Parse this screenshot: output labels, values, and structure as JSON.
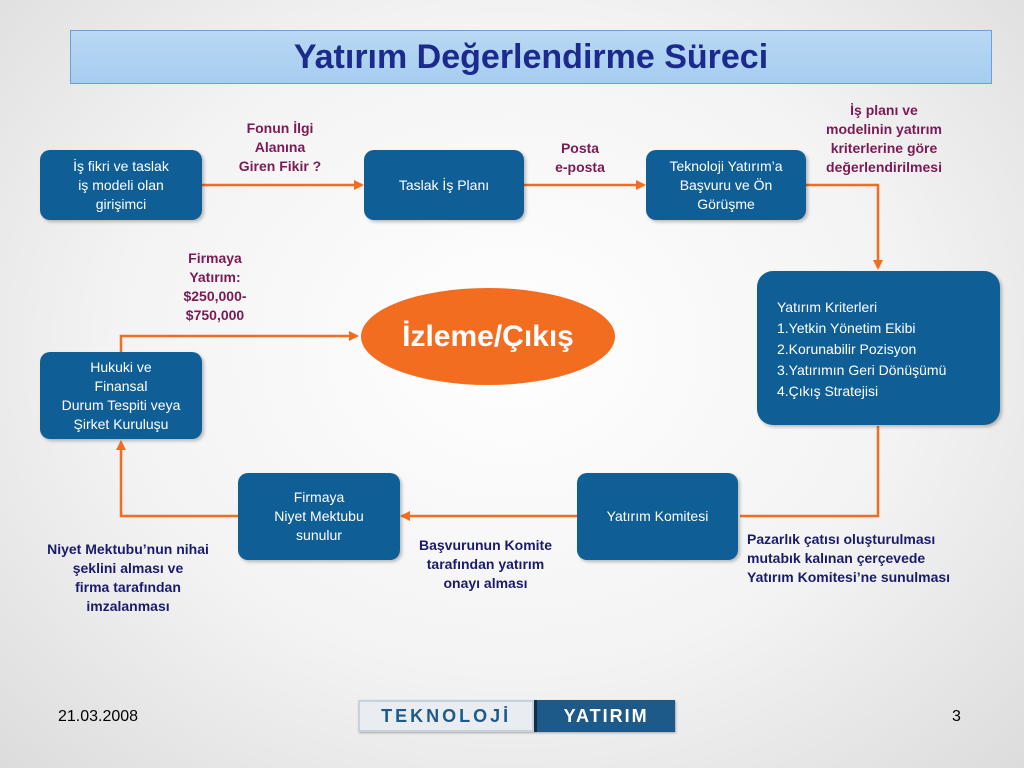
{
  "title": "Yatırım Değerlendirme Süreci",
  "boxes": {
    "idea": "İş fikri ve taslak\niş modeli olan\ngirişimci",
    "draft_plan": "Taslak İş Planı",
    "application": "Teknoloji Yatırım’a\nBaşvuru ve Ön\nGörüşme",
    "legal": "Hukuki ve\nFinansal\nDurum Tespiti veya\nŞirket Kuruluşu",
    "loi": "Firmaya\nNiyet Mektubu\nsunulur",
    "committee": "Yatırım Komitesi"
  },
  "criteria": {
    "heading": "Yatırım Kriterleri",
    "items": [
      "1.Yetkin Yönetim Ekibi",
      "2.Korunabilir Pozisyon",
      "3.Yatırımın Geri Dönüşümü",
      "4.Çıkış Stratejisi"
    ]
  },
  "center": "İzleme/Çıkış",
  "notes": {
    "fund_interest": "Fonun İlgi\nAlanına\nGiren Fikir ?",
    "post": "Posta\ne-posta",
    "evaluation": "İş planı ve\nmodelinin yatırım\nkriterlerine göre\ndeğerlendirilmesi",
    "investment": "Firmaya\nYatırım:\n$250,000-\n$750,000",
    "bargaining": "Pazarlık çatısı  oluşturulması\nmutabık kalınan çerçevede\nYatırım Komitesi’ne sunulması",
    "approval": "Başvurunun Komite\ntarafından yatırım\nonayı alması",
    "signing": "Niyet Mektubu’nun nihai\nşeklini alması ve\nfirma tarafından\nimzalanması"
  },
  "colors": {
    "box": "#0f5e96",
    "arrow": "#f36d21",
    "title": "#1b2a8c",
    "note_purple": "#7b1a55",
    "note_navy": "#1b1b6e"
  },
  "footer": {
    "date": "21.03.2008",
    "page": "3",
    "logo_left": "TEKNOLOJİ",
    "logo_right": "YATIRIM"
  }
}
